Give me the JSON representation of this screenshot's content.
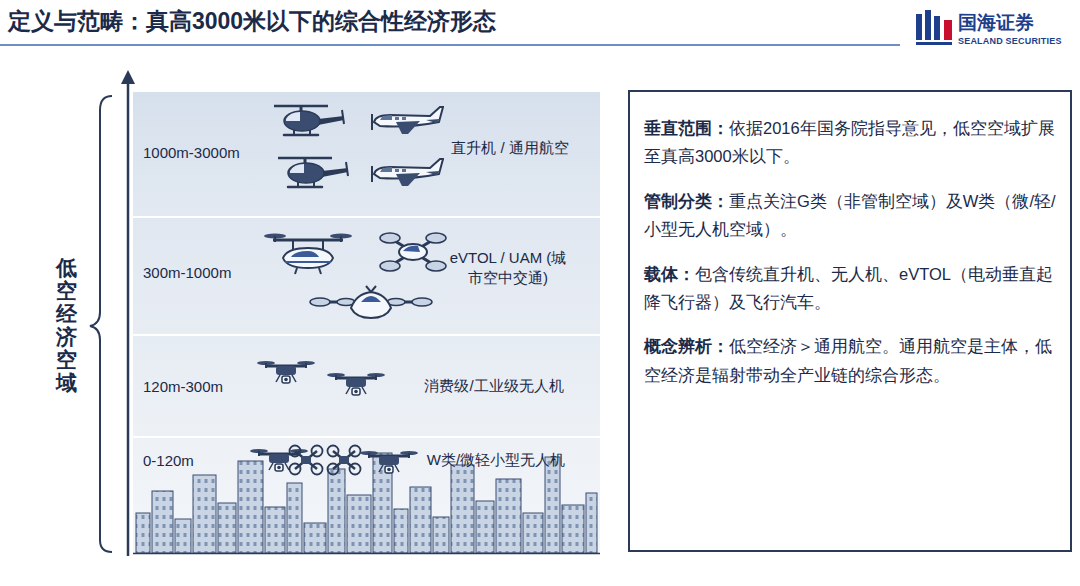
{
  "diagram": {
    "title": "定义与范畴：真高3000米以下的综合性经济形态",
    "nodes": [
      {
        "text": [
          "1000m-3000m",
          "直升机 / 通用航空"
        ]
      },
      {
        "text": [
          "300m-1000m",
          "eVTOL / UAM (城市空中交通)"
        ]
      },
      {
        "text": [
          "120m-300m",
          "消费级/工业级无人机"
        ]
      },
      {
        "text": [
          "0-120m",
          "W类/微轻小型无人机"
        ]
      },
      {
        "text": [
          "垂直范围：",
          "依据2016年国务院指导意见，低空空域扩展至真高3000米以下。",
          "管制分类：",
          "重点关注G类（非管制空域）及W类（微/轻/小型无人机空域）。",
          "载体：",
          "包含传统直升机、无人机、eVTOL（电动垂直起降飞行器）及飞行汽车。",
          "概念辨析：",
          "低空经济＞通用航空。通用航空是主体，低空经济是辐射带动全产业链的综合形态。"
        ]
      }
    ],
    "labels": [
      "低空经济空域",
      "国海证券",
      "SEALAND SECURITIES"
    ]
  }
}
